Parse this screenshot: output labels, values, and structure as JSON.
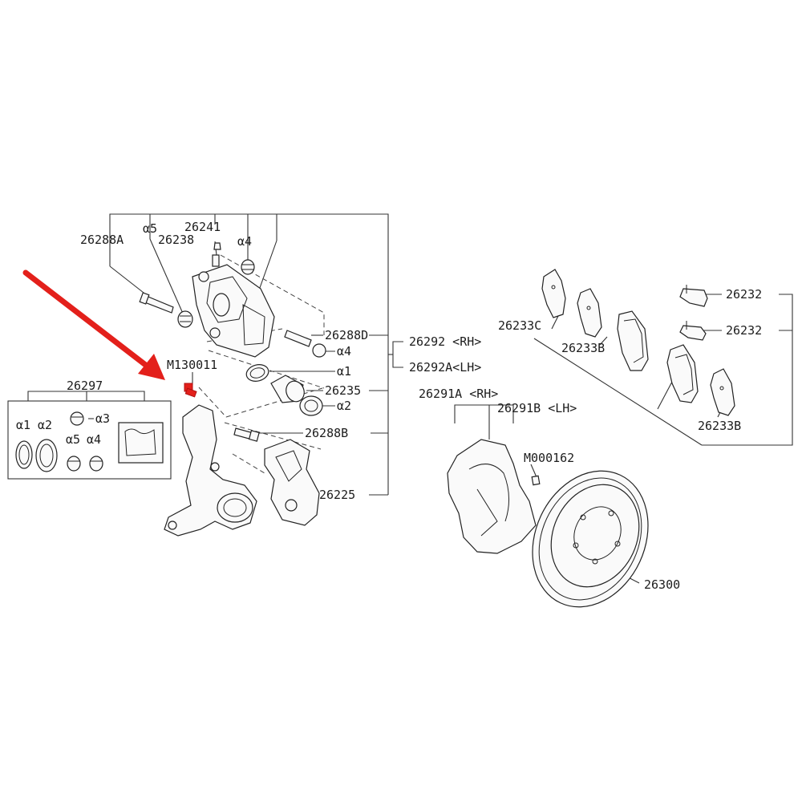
{
  "labels": {
    "p26288A": "26288A",
    "a5_top": "α5",
    "p26241": "26241",
    "p26238": "26238",
    "a4_top": "α4",
    "p26288D": "26288D",
    "a4_mid": "α4",
    "a1_mid": "α1",
    "p26235": "26235",
    "a2_mid": "α2",
    "p26288B": "26288B",
    "p26225": "26225",
    "p26292": "26292 <RH>",
    "p26292A": "26292A<LH>",
    "pM130011": "M130011",
    "p26297": "26297",
    "kit_a1": "α1",
    "kit_a2": "α2",
    "kit_a3": "α3",
    "kit_a5": "α5",
    "kit_a4": "α4",
    "p26291A": "26291A <RH>",
    "p26291B": "26291B <LH>",
    "pM000162": "M000162",
    "p26300": "26300",
    "p26233C": "26233C",
    "p26233B_1": "26233B",
    "p26233B_2": "26233B",
    "p26232_1": "26232",
    "p26232_2": "26232"
  },
  "colors": {
    "highlight": "#e3201b",
    "line": "#333333"
  },
  "icons": {
    "pointer": "red-arrow-icon"
  }
}
